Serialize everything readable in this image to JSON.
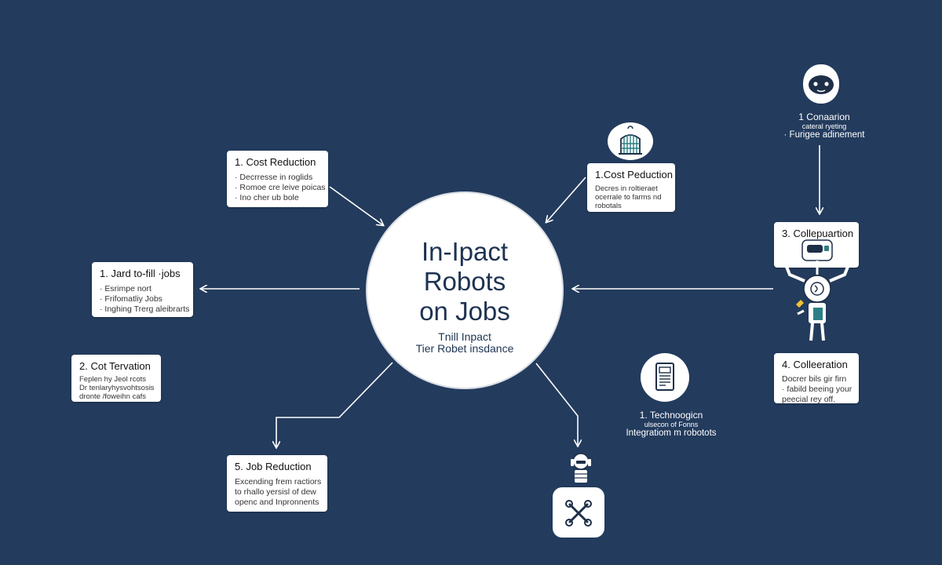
{
  "hub": {
    "title_lines": [
      "In-Ipact",
      "Robots",
      "on Jobs"
    ],
    "subtitle_lines": [
      "Tnill Inpact",
      "Tier Robet insdance"
    ]
  },
  "cards": [
    {
      "title": "1. Cost Reduction",
      "lines": [
        "· Decrresse in roglids",
        "· Romoe cre leive poicas",
        "· Ino cher ub bole"
      ]
    },
    {
      "title": "1. Jard to-fill ·jobs",
      "lines": [
        "· Esrimpe nort",
        "· Frifomatliy Jobs",
        "· Inghing Trerg aleibrarts"
      ]
    },
    {
      "title": "2. Cot Tervation",
      "lines": [
        "Feplen hy Jeol rcots",
        "Dr tenlaryhysvohtsosis",
        "dronte /foweihn cafs"
      ]
    },
    {
      "title": "5. Job Reduction",
      "lines": [
        "Excending frem ractiors",
        "to rhallo yersisl of dew",
        "openc and Inpronnents"
      ]
    },
    {
      "title": "1.Cost Peduction",
      "lines": [
        "Decres in roltieraet",
        "ocerrale to farms nd",
        "robotals"
      ]
    },
    {
      "title": "3. Collepuartion",
      "lines": []
    },
    {
      "title": "4. Colleeration",
      "lines": [
        "Docrer bils gir firn",
        "· fabild beeing your",
        "peecial rey off."
      ]
    }
  ],
  "labels": {
    "top_right": {
      "title": "1 Conaarion",
      "lines": [
        "cateral ryeting",
        "· Furigee adinement"
      ]
    },
    "bottom_mid": {
      "title": "1. Technoogicn",
      "lines": [
        "ulsecon of Fonns",
        "Integratiom m robotots"
      ]
    }
  },
  "icons": [
    "robot-face-icon",
    "cage-icon",
    "tablet-icon",
    "robot-head-icon",
    "wrench-cross-icon",
    "humanoid-robot-icon"
  ]
}
